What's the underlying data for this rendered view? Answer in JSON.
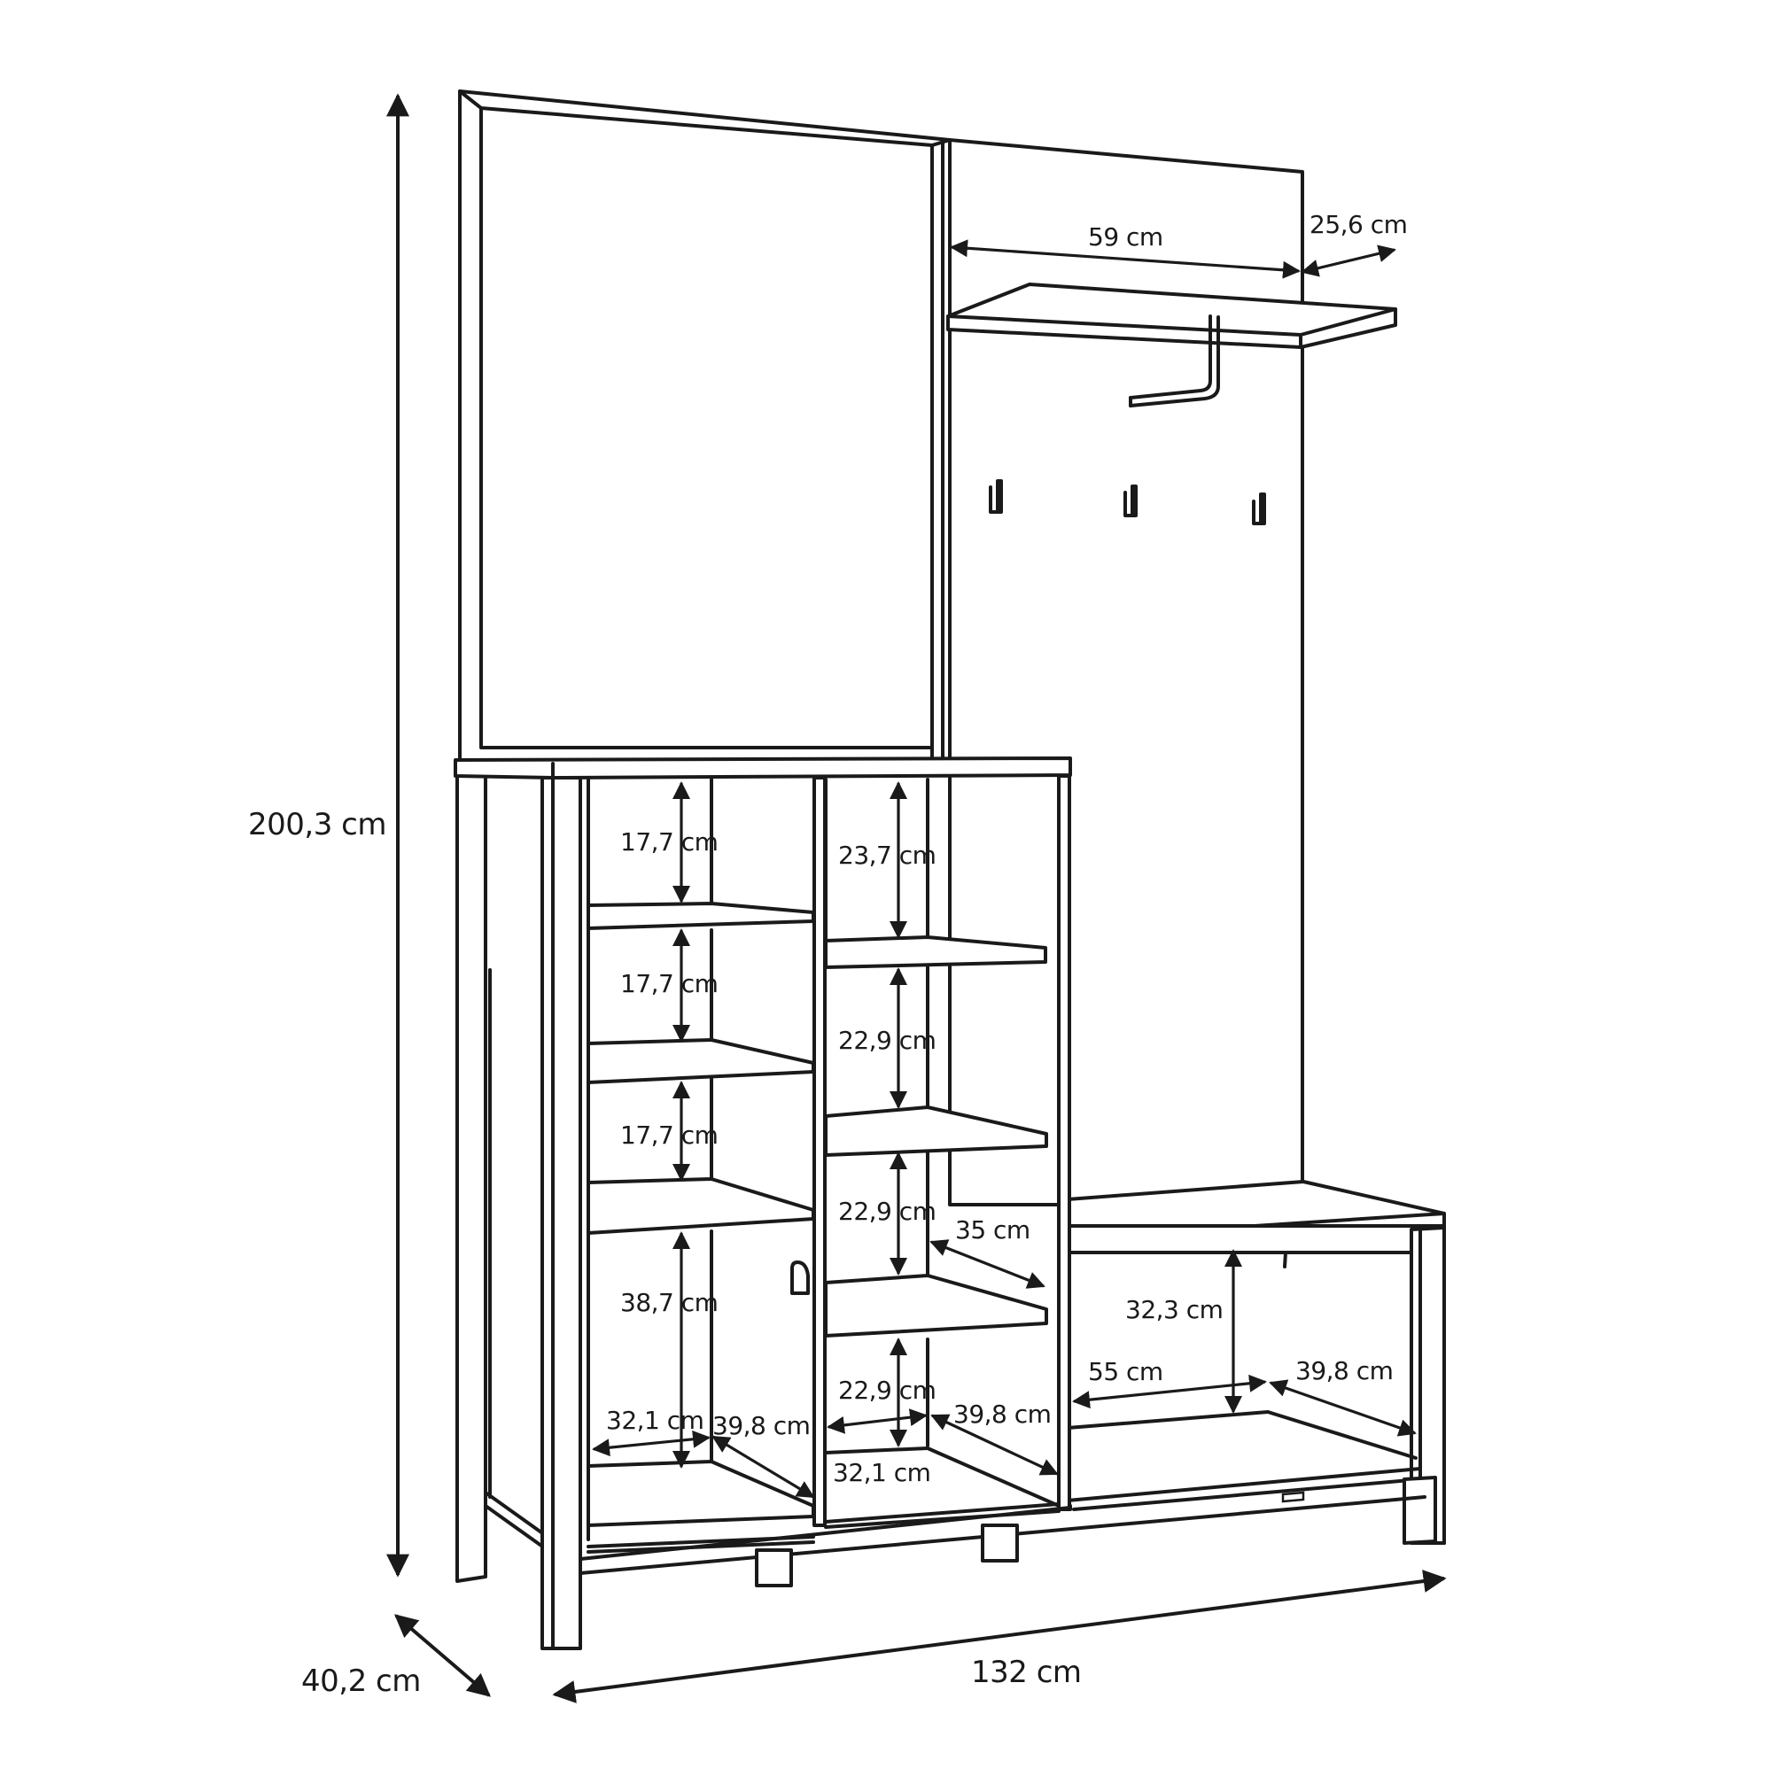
{
  "dimensions": {
    "height": "200,3 cm",
    "depth": "40,2 cm",
    "width": "132 cm",
    "shelf_width": "59 cm",
    "shelf_depth": "25,6 cm",
    "left_upper_1": "17,7 cm",
    "left_upper_2": "17,7 cm",
    "left_upper_3": "17,7 cm",
    "left_lower": "38,7 cm",
    "left_inner_width": "32,1 cm",
    "left_inner_depth": "39,8 cm",
    "mid_1": "23,7 cm",
    "mid_2": "22,9 cm",
    "mid_3": "22,9 cm",
    "mid_4": "22,9 cm",
    "mid_shelf_depth": "35 cm",
    "mid_inner_depth": "39,8 cm",
    "mid_inner_width": "32,1 cm",
    "bench_height": "32,3 cm",
    "bench_width": "55 cm",
    "bench_depth": "39,8 cm"
  },
  "icons": [
    "arrow-head-icon",
    "coat-hook-icon",
    "door-knob-icon"
  ]
}
